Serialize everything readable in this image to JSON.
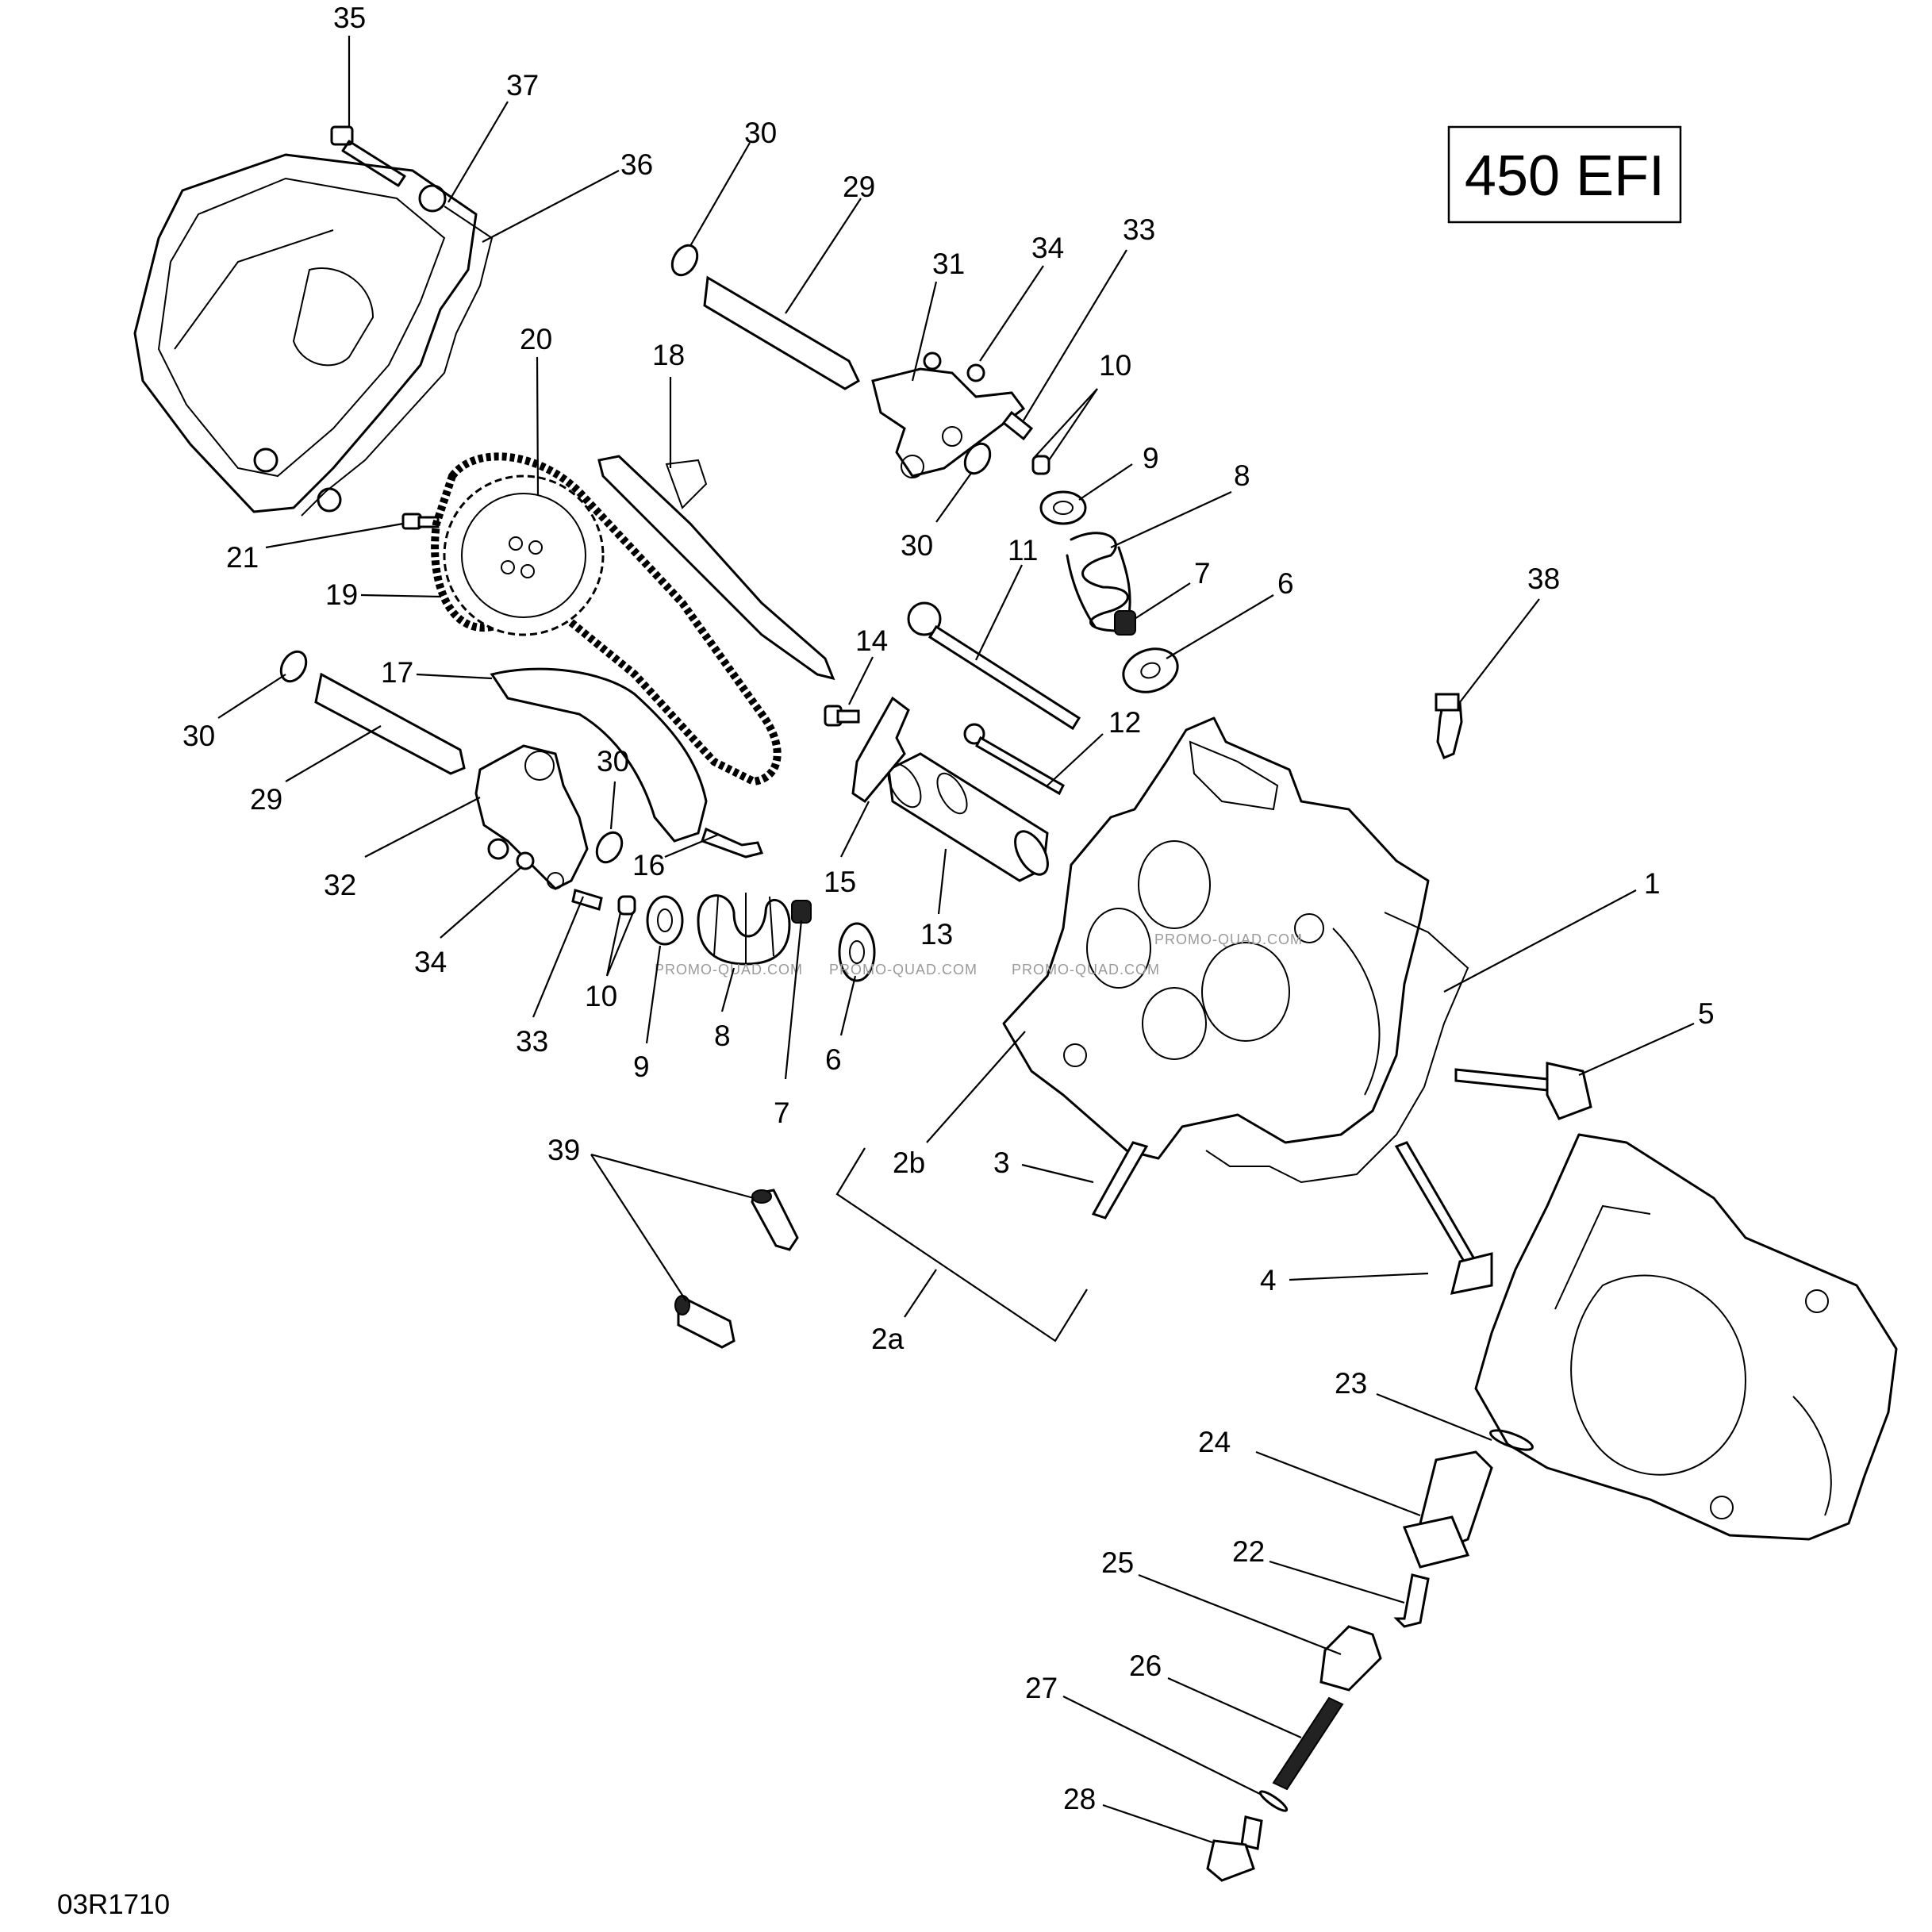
{
  "badge": "450 EFI",
  "drawing_code": "03R1710",
  "watermark": "PROMO-QUAD.COM",
  "callouts": [
    {
      "id": "c1",
      "text": "1"
    },
    {
      "id": "c2a",
      "text": "2a"
    },
    {
      "id": "c2b",
      "text": "2b"
    },
    {
      "id": "c3",
      "text": "3"
    },
    {
      "id": "c4",
      "text": "4"
    },
    {
      "id": "c5",
      "text": "5"
    },
    {
      "id": "c6a",
      "text": "6"
    },
    {
      "id": "c6b",
      "text": "6"
    },
    {
      "id": "c7a",
      "text": "7"
    },
    {
      "id": "c7b",
      "text": "7"
    },
    {
      "id": "c8a",
      "text": "8"
    },
    {
      "id": "c8b",
      "text": "8"
    },
    {
      "id": "c9a",
      "text": "9"
    },
    {
      "id": "c9b",
      "text": "9"
    },
    {
      "id": "c10a",
      "text": "10"
    },
    {
      "id": "c10b",
      "text": "10"
    },
    {
      "id": "c11",
      "text": "11"
    },
    {
      "id": "c12",
      "text": "12"
    },
    {
      "id": "c13",
      "text": "13"
    },
    {
      "id": "c14",
      "text": "14"
    },
    {
      "id": "c15",
      "text": "15"
    },
    {
      "id": "c16",
      "text": "16"
    },
    {
      "id": "c17",
      "text": "17"
    },
    {
      "id": "c18",
      "text": "18"
    },
    {
      "id": "c19",
      "text": "19"
    },
    {
      "id": "c20",
      "text": "20"
    },
    {
      "id": "c21",
      "text": "21"
    },
    {
      "id": "c22",
      "text": "22"
    },
    {
      "id": "c23",
      "text": "23"
    },
    {
      "id": "c24",
      "text": "24"
    },
    {
      "id": "c25",
      "text": "25"
    },
    {
      "id": "c26",
      "text": "26"
    },
    {
      "id": "c27",
      "text": "27"
    },
    {
      "id": "c28",
      "text": "28"
    },
    {
      "id": "c29a",
      "text": "29"
    },
    {
      "id": "c29b",
      "text": "29"
    },
    {
      "id": "c30a",
      "text": "30"
    },
    {
      "id": "c30b",
      "text": "30"
    },
    {
      "id": "c30c",
      "text": "30"
    },
    {
      "id": "c30d",
      "text": "30"
    },
    {
      "id": "c31",
      "text": "31"
    },
    {
      "id": "c32",
      "text": "32"
    },
    {
      "id": "c33a",
      "text": "33"
    },
    {
      "id": "c33b",
      "text": "33"
    },
    {
      "id": "c34a",
      "text": "34"
    },
    {
      "id": "c34b",
      "text": "34"
    },
    {
      "id": "c35",
      "text": "35"
    },
    {
      "id": "c36",
      "text": "36"
    },
    {
      "id": "c37",
      "text": "37"
    },
    {
      "id": "c38",
      "text": "38"
    },
    {
      "id": "c39",
      "text": "39"
    }
  ]
}
